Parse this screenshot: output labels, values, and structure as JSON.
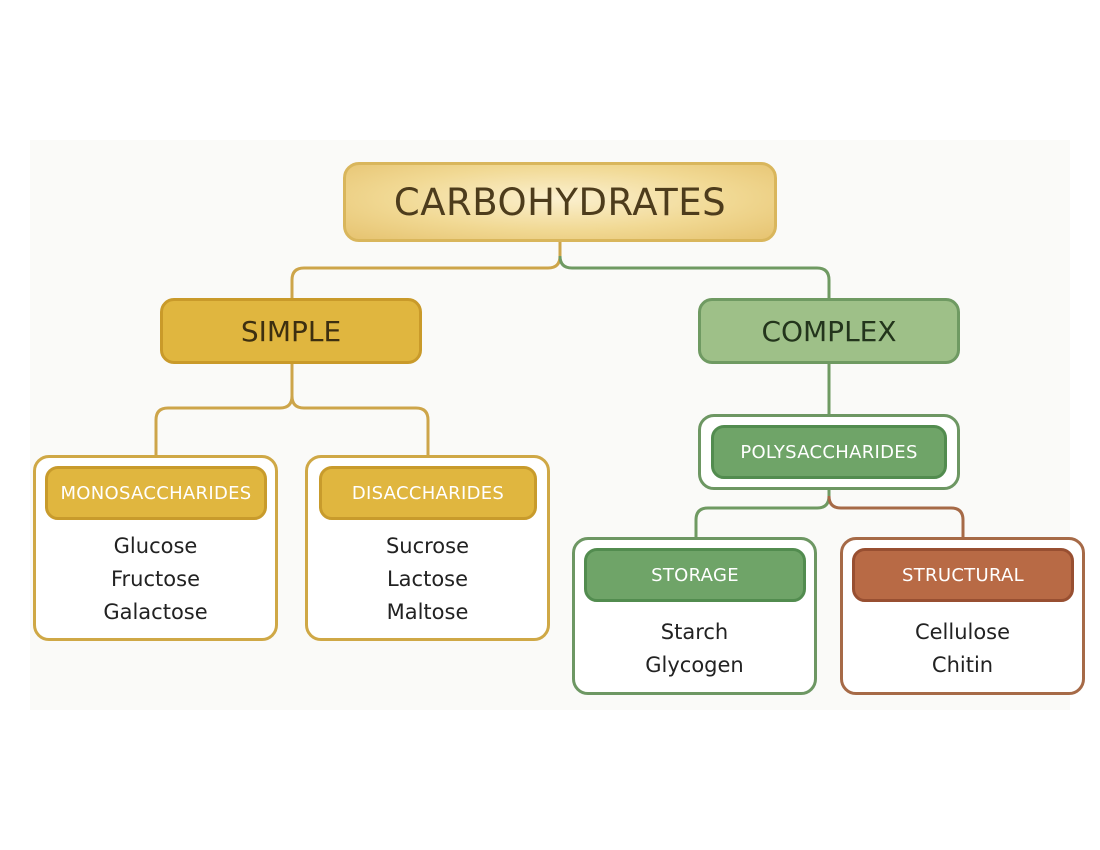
{
  "root": {
    "label": "CARBOHYDRATES"
  },
  "simple": {
    "label": "SIMPLE",
    "groups": [
      {
        "label": "MONOSACCHARIDES",
        "items": [
          "Glucose",
          "Fructose",
          "Galactose"
        ]
      },
      {
        "label": "DISACCHARIDES",
        "items": [
          "Sucrose",
          "Lactose",
          "Maltose"
        ]
      }
    ]
  },
  "complex": {
    "label": "COMPLEX",
    "polysaccharides": {
      "label": "POLYSACCHARIDES"
    },
    "groups": [
      {
        "label": "STORAGE",
        "items": [
          "Starch",
          "Glycogen"
        ]
      },
      {
        "label": "STRUCTURAL",
        "items": [
          "Cellulose",
          "Chitin"
        ]
      }
    ]
  },
  "colors": {
    "gold": "#e0b63f",
    "green": "#6fa468",
    "rust": "#b86a45",
    "root_fill": "#f1d994"
  }
}
